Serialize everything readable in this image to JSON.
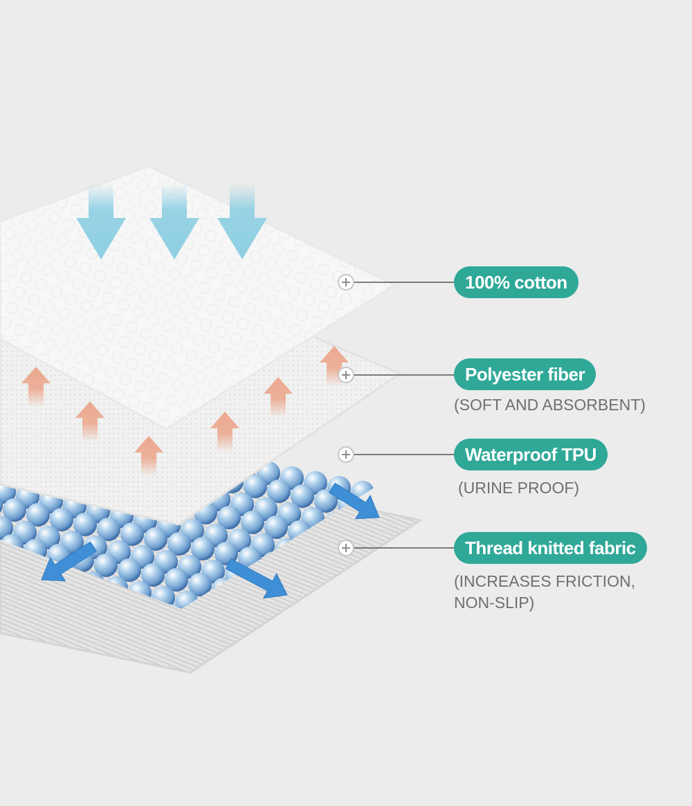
{
  "layers": [
    {
      "name": "100% cotton"
    },
    {
      "name": "Polyester fiber",
      "note": "(SOFT AND ABSORBENT)"
    },
    {
      "name": "Waterproof TPU",
      "note": "(URINE PROOF)"
    },
    {
      "name": "Thread knitted fabric",
      "note_line1": "(INCREASES FRICTION,",
      "note_line2": "NON-SLIP)"
    }
  ],
  "colors": {
    "background": "#ececec",
    "label_pill": "#2fa898",
    "label_text": "#ffffff",
    "note_text": "#6f6f6f",
    "downward_arrows": "#8ecfe3",
    "upward_arrows": "#eba98f",
    "spread_arrows": "#3f8fd6",
    "tpu_beads": "#7fb2dc"
  },
  "icons": [
    "plus-marker-icon",
    "arrow-down-icon",
    "arrow-up-icon",
    "arrow-spread-icon"
  ]
}
